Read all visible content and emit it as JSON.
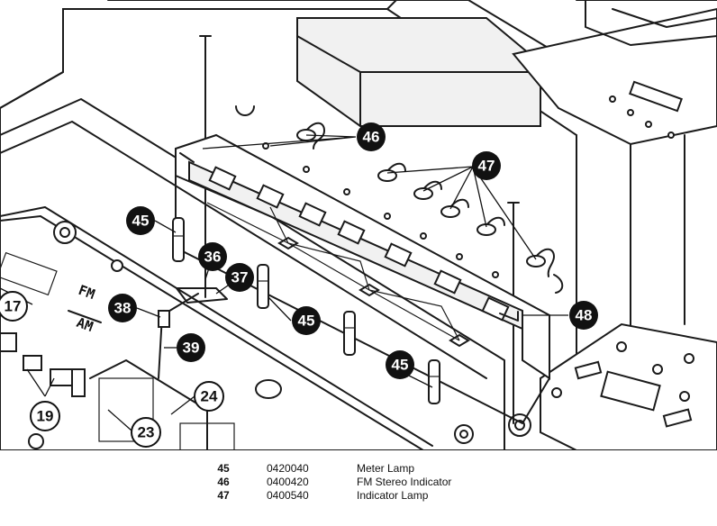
{
  "panel_labels": {
    "fm": "FM",
    "am": "AM"
  },
  "callouts": [
    {
      "id": "c17",
      "label": "17",
      "style": "white"
    },
    {
      "id": "c19",
      "label": "19",
      "style": "white"
    },
    {
      "id": "c23",
      "label": "23",
      "style": "white"
    },
    {
      "id": "c24",
      "label": "24",
      "style": "white"
    },
    {
      "id": "c36",
      "label": "36",
      "style": "black"
    },
    {
      "id": "c37",
      "label": "37",
      "style": "black"
    },
    {
      "id": "c38",
      "label": "38",
      "style": "black"
    },
    {
      "id": "c39",
      "label": "39",
      "style": "black"
    },
    {
      "id": "c45a",
      "label": "45",
      "style": "black"
    },
    {
      "id": "c45b",
      "label": "45",
      "style": "black"
    },
    {
      "id": "c45c",
      "label": "45",
      "style": "black"
    },
    {
      "id": "c46",
      "label": "46",
      "style": "black"
    },
    {
      "id": "c47",
      "label": "47",
      "style": "black"
    },
    {
      "id": "c48",
      "label": "48",
      "style": "black"
    }
  ],
  "parts_list": [
    {
      "ref": "45",
      "part_no": "0420040",
      "description": "Meter Lamp"
    },
    {
      "ref": "46",
      "part_no": "0400420",
      "description": "FM Stereo Indicator"
    },
    {
      "ref": "47",
      "part_no": "0400540",
      "description": "Indicator Lamp"
    }
  ]
}
